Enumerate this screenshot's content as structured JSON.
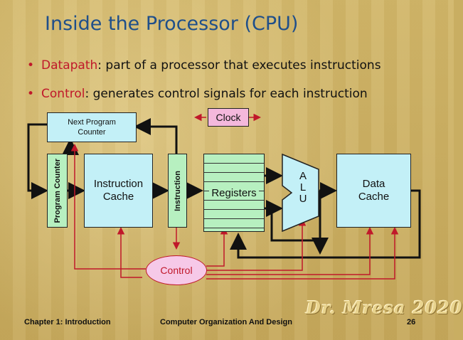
{
  "title": "Inside the Processor (CPU)",
  "bullets": [
    {
      "term": "Datapath",
      "text": ":  part of a processor that executes instructions"
    },
    {
      "term": "Control",
      "text": ": generates control signals for each instruction"
    }
  ],
  "diagram": {
    "next_pc": "Next Program Counter",
    "program_counter": "Program Counter",
    "instruction_cache": "Instruction Cache",
    "instruction": "Instruction",
    "registers": "Registers",
    "alu": [
      "A",
      "L",
      "U"
    ],
    "data_cache": "Data Cache",
    "clock": "Clock",
    "control": "Control"
  },
  "footer": {
    "chapter": "Chapter 1: Introduction",
    "course": "Computer Organization And Design",
    "page": "26"
  },
  "watermark": "Dr. Mresa 2020",
  "colors": {
    "title": "#1f4f8a",
    "accent_red": "#c0182a",
    "box_fill": "#c3f0f7",
    "registers_fill": "#b7f0c0",
    "clock_fill": "#f4b8dc",
    "control_fill": "#f6c9e8"
  }
}
